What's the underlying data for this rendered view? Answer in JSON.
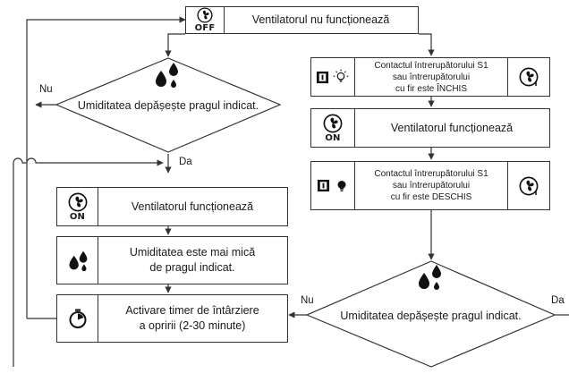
{
  "boxes": {
    "start": {
      "text": "Ventilatorul nu funcționează",
      "icon": "fan-icon",
      "badge": "OFF"
    },
    "left_on": {
      "text": "Ventilatorul funcționează",
      "icon": "fan-icon",
      "badge": "ON"
    },
    "left_lower": {
      "text": "Umiditatea este mai mică\nde pragul indicat.",
      "icon": "humidity-drops-icon"
    },
    "timer": {
      "text": "Activare timer de întârziere\na opririi (2-30 minute)",
      "icon": "stopwatch-icon"
    },
    "contact_closed": {
      "text": "Contactul întrerupătorului S1\nsau întrerupătorului\ncu fir este ÎNCHIS",
      "icon": "switch-lamp-on-icon"
    },
    "right_on": {
      "text": "Ventilatorul funcționează",
      "icon": "fan-icon",
      "badge": "ON"
    },
    "contact_open": {
      "text": "Contactul întrerupătorului S1\nsau întrerupătorului\ncu fir este DESCHIS",
      "icon": "switch-lamp-off-icon"
    }
  },
  "decisions": {
    "top": {
      "text": "Umiditatea depășește pragul indicat.",
      "no_label": "Nu",
      "yes_label": "Da"
    },
    "bottom": {
      "text": "Umiditatea depășește pragul indicat.",
      "no_label": "Nu",
      "yes_label": "Da"
    }
  },
  "colors": {
    "line": "#333333",
    "icon": "#111111"
  }
}
